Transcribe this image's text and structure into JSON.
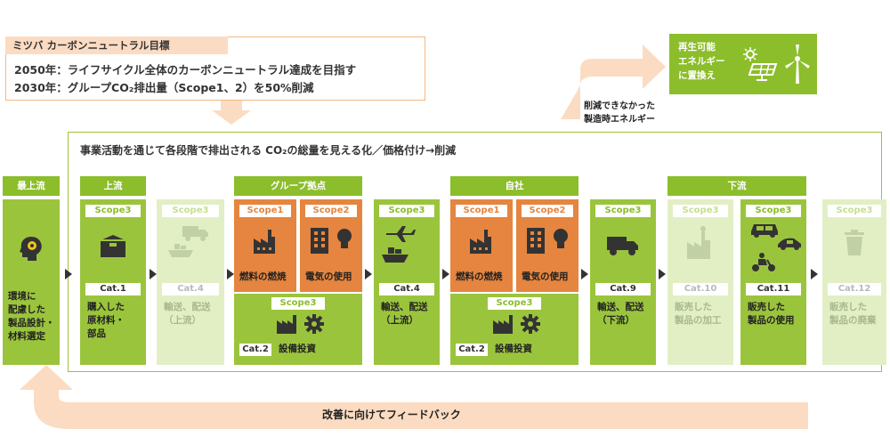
{
  "goal": {
    "title": "ミツバ カーボンニュートラル目標",
    "line1": "2050年：ライフサイクル全体のカーボンニュートラル達成を目指す",
    "line2": "2030年：グループCO₂排出量（Scope1、2）を50%削減"
  },
  "frame_heading": "事業活動を通じて各段階で排出される CO₂の総量を見える化／価格付け→削減",
  "renewable": {
    "label_lines": [
      "再生可能",
      "エネルギー",
      "に置換え"
    ],
    "side_note_lines": [
      "削減できなかった",
      "製造時エネルギー"
    ]
  },
  "feedback_label": "改善に向けてフィードバック",
  "groups": {
    "most_upstream": "最上流",
    "upstream": "上流",
    "group_site": "グループ拠点",
    "own_company": "自社",
    "downstream": "下流"
  },
  "scope_labels": {
    "scope1": "Scope1",
    "scope2": "Scope2",
    "scope3": "Scope3"
  },
  "columns": {
    "c0": {
      "label_lines": [
        "環境に",
        "配慮した",
        "製品設計・",
        "材料選定"
      ]
    },
    "c1": {
      "cat": "Cat.1",
      "label_lines": [
        "購入した",
        "原材料・",
        "部品"
      ]
    },
    "c2": {
      "cat": "Cat.4",
      "label_lines": [
        "輸送、配送",
        "（上流）"
      ]
    },
    "c3": {
      "s1_label": "燃料の燃焼",
      "s2_label": "電気の使用",
      "cat": "Cat.2",
      "cat_label": "設備投資"
    },
    "c4": {
      "cat": "Cat.4",
      "label_lines": [
        "輸送、配送",
        "（上流）"
      ]
    },
    "c5": {
      "s1_label": "燃料の燃焼",
      "s2_label": "電気の使用",
      "cat": "Cat.2",
      "cat_label": "設備投資"
    },
    "c6": {
      "cat": "Cat.9",
      "label_lines": [
        "輸送、配送",
        "（下流）"
      ]
    },
    "c7": {
      "cat": "Cat.10",
      "label_lines": [
        "販売した",
        "製品の加工"
      ]
    },
    "c8": {
      "cat": "Cat.11",
      "label_lines": [
        "販売した",
        "製品の使用"
      ]
    },
    "c9": {
      "cat": "Cat.12",
      "label_lines": [
        "販売した",
        "製品の廃棄"
      ]
    }
  },
  "icons": {
    "brain-gear": "brain-gear-icon",
    "box": "box-icon",
    "truck": "truck-icon",
    "ship": "ship-icon",
    "plane": "airplane-icon",
    "factory": "factory-icon",
    "building": "building-icon",
    "bulb": "lightbulb-icon",
    "gear": "gear-icon",
    "car": "car-icon",
    "scooter": "scooter-icon",
    "trash": "trash-icon",
    "solar": "solar-panel-icon",
    "wind": "wind-turbine-icon"
  },
  "colors": {
    "green": "#8cbd2b",
    "light_green": "#e2efc5",
    "orange": "#e5853f",
    "peach": "#fbdcc2"
  }
}
